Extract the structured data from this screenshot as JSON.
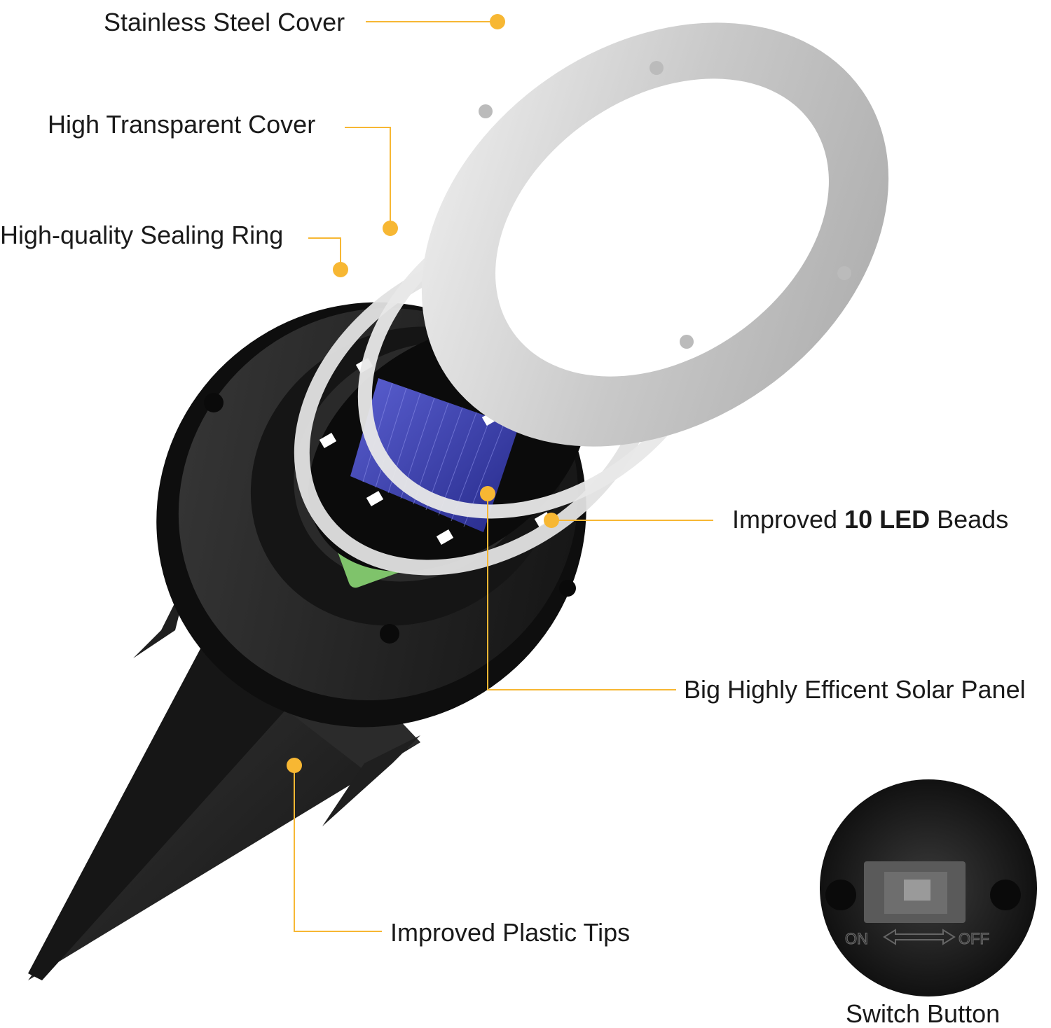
{
  "labels": {
    "stainless_steel_cover": "Stainless Steel Cover",
    "high_transparent_cover": "High Transparent Cover",
    "sealing_ring": "High-quality Sealing Ring",
    "led_beads": {
      "prefix": "Improved ",
      "bold": "10 LED",
      "suffix": " Beads"
    },
    "solar_panel": "Big Highly Efficent Solar Panel",
    "plastic_tips": "Improved Plastic Tips",
    "switch_button": "Switch Button"
  },
  "switch": {
    "on_text": "ON",
    "off_text": "OFF"
  },
  "colors": {
    "callout": "#f7b733",
    "text": "#1a1a1a",
    "black_plastic": "#1c1c1c",
    "steel": "#d9d9d9",
    "solar_blue": "#3a3fa8",
    "led": "#ffffff"
  }
}
